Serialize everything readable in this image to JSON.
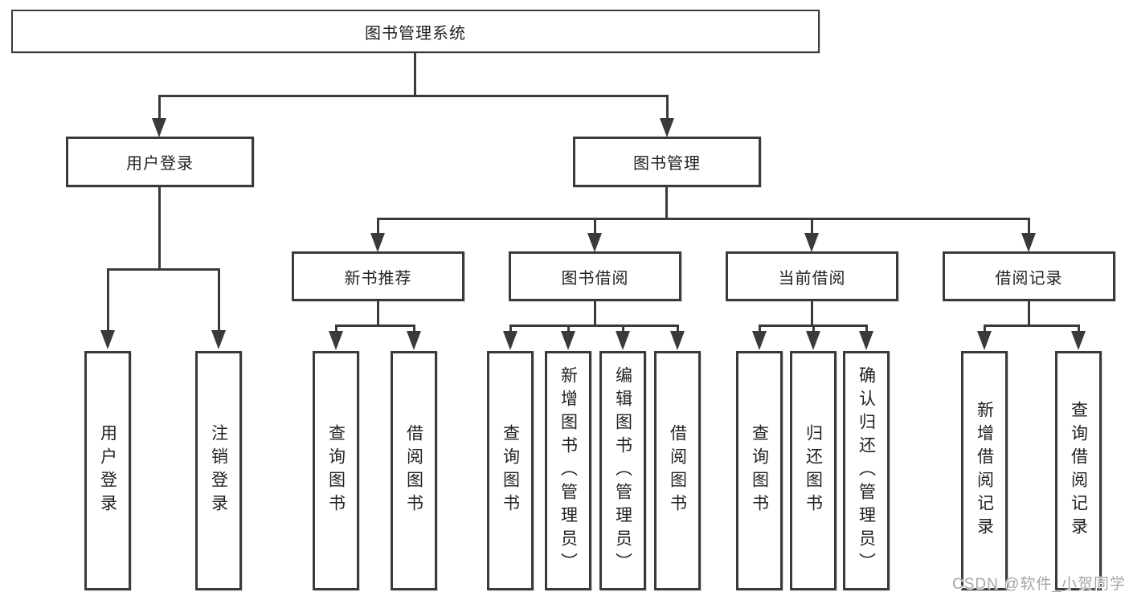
{
  "diagram_title": "图书管理系统",
  "tree": {
    "label": "图书管理系统",
    "children": [
      {
        "label": "用户登录",
        "children": [
          {
            "label": "用户登录"
          },
          {
            "label": "注销登录"
          }
        ]
      },
      {
        "label": "图书管理",
        "children": [
          {
            "label": "新书推荐",
            "children": [
              {
                "label": "查询图书"
              },
              {
                "label": "借阅图书"
              }
            ]
          },
          {
            "label": "图书借阅",
            "children": [
              {
                "label": "查询图书"
              },
              {
                "label": "新增图书（管理员）"
              },
              {
                "label": "编辑图书（管理员）"
              },
              {
                "label": "借阅图书"
              }
            ]
          },
          {
            "label": "当前借阅",
            "children": [
              {
                "label": "查询图书"
              },
              {
                "label": "归还图书"
              },
              {
                "label": "确认归还（管理员）"
              }
            ]
          },
          {
            "label": "借阅记录",
            "children": [
              {
                "label": "新增借阅记录"
              },
              {
                "label": "查询借阅记录"
              }
            ]
          }
        ]
      }
    ]
  },
  "watermark": "CSDN @软件_小贺同学",
  "colors": {
    "background": "#ffffff",
    "line": "#3a3a3a",
    "box_border": "#3a3a3a",
    "text": "#222222",
    "watermark": "#a6a6a6"
  }
}
